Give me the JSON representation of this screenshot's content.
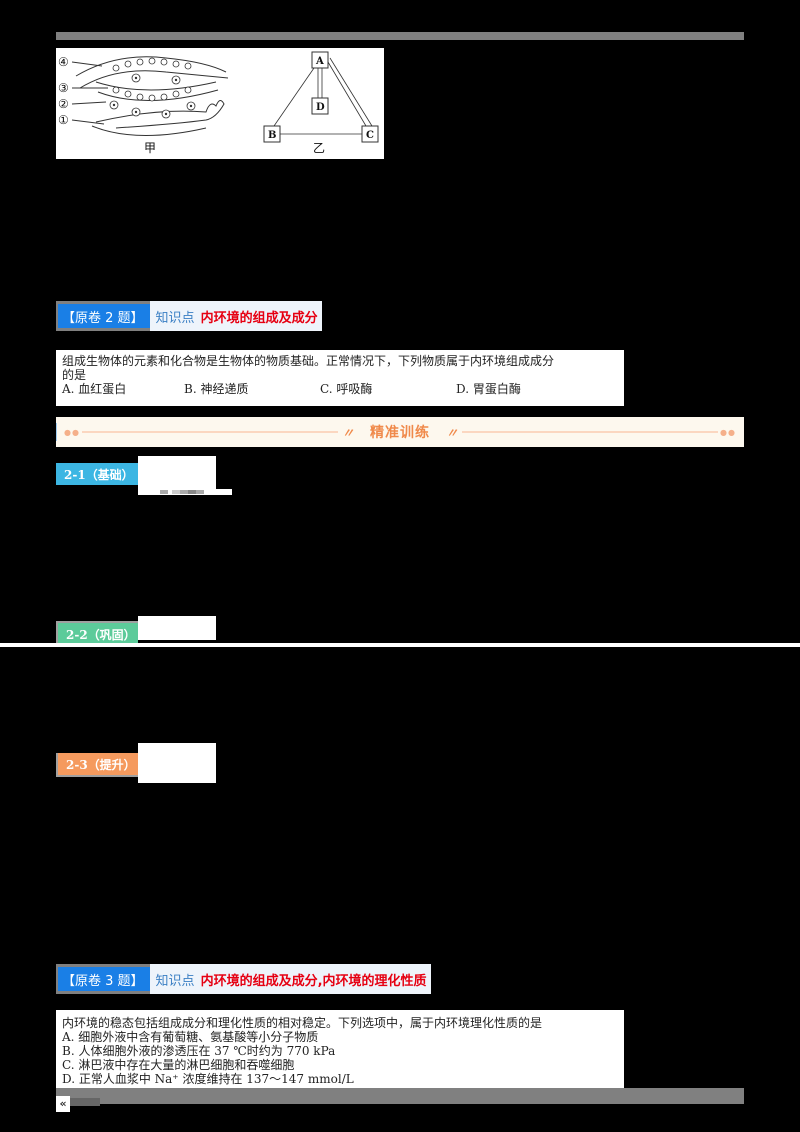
{
  "figure": {
    "left_labels": [
      "④",
      "③",
      "②",
      "①"
    ],
    "left_caption": "甲",
    "right_nodes": [
      "A",
      "B",
      "C",
      "D"
    ],
    "right_caption": "乙"
  },
  "question2": {
    "tag": "【原卷 2 题】",
    "kp_label": "知识点",
    "kp_topic": "内环境的组成及成分",
    "stem_line1": "组成生物体的元素和化合物是生物体的物质基础。正常情况下，下列物质属于内环境组成成分",
    "stem_line2": "的是",
    "options": [
      "A. 血红蛋白",
      "B. 神经递质",
      "C. 呼吸酶",
      "D. 胃蛋白酶"
    ]
  },
  "banner": {
    "title": "精准训练",
    "left_mark": "〃",
    "right_mark": "〃",
    "colors": {
      "accent": "#f08a4b",
      "line": "#fbd7c0",
      "bg": "#fdf8ee"
    }
  },
  "levels": [
    {
      "label": "2-1（基础）",
      "color": "#3cb6e3"
    },
    {
      "label": "2-2（巩固）",
      "color": "#5ccb9a"
    },
    {
      "label": "2-3（提升）",
      "color": "#f59a5e"
    }
  ],
  "question3": {
    "tag": "【原卷 3 题】",
    "kp_label": "知识点",
    "kp_topic": "内环境的组成及成分,内环境的理化性质",
    "stem": "内环境的稳态包括组成成分和理化性质的相对稳定。下列选项中，属于内环境理化性质的是",
    "options": [
      "A. 细胞外液中含有葡萄糖、氨基酸等小分子物质",
      "B. 人体细胞外液的渗透压在 37 ℃时约为 770 kPa",
      "C. 淋巴液中存在大量的淋巴细胞和吞噬细胞",
      "D. 正常人血浆中 Na⁺ 浓度维持在 137～147 mmol/L"
    ]
  },
  "footer": {
    "prev_icon": "«"
  },
  "colors": {
    "tag_blue": "#1a7fe6",
    "kp_label": "#3a7fc4",
    "kp_topic": "#e60012"
  }
}
